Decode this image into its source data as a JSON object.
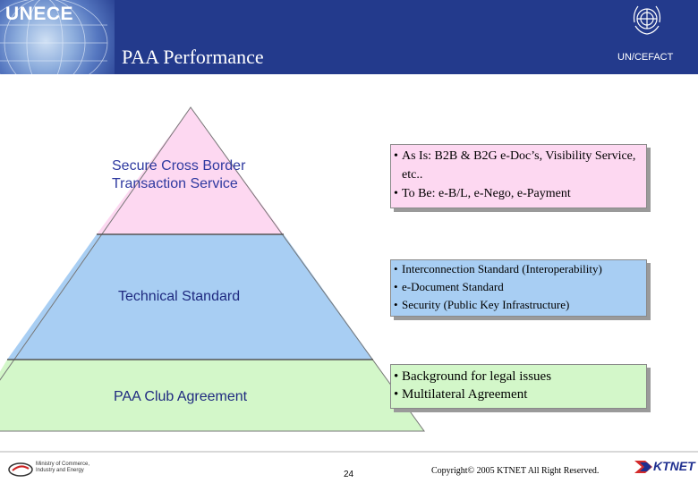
{
  "header": {
    "logo_text": "UNECE",
    "title": "PAA Performance",
    "subtitle": "UN/CEFACT"
  },
  "pyramid": {
    "tiers": [
      {
        "label_line1": "Secure Cross Border",
        "label_line2": "Transaction Service",
        "color": "#fdd8f1"
      },
      {
        "label": "Technical Standard",
        "color": "#a8cef3"
      },
      {
        "label": "PAA Club Agreement",
        "color": "#d3f7c9"
      }
    ]
  },
  "boxes": {
    "top": {
      "items": [
        "As Is: B2B & B2G e-Doc’s, Visibility Service, etc..",
        "To Be: e-B/L, e-Nego, e-Payment"
      ],
      "color": "#fdd8f1"
    },
    "middle": {
      "items": [
        "Interconnection Standard (Interoperability)",
        "e-Document Standard",
        "Security (Public Key Infrastructure)"
      ],
      "color": "#a8cef3"
    },
    "bottom": {
      "items": [
        "Background for legal issues",
        "Multilateral Agreement"
      ],
      "color": "#d3f7c9"
    }
  },
  "footer": {
    "ministry_text_line1": "Ministry of Commerce,",
    "ministry_text_line2": "Industry and Energy",
    "page_number": "24",
    "copyright": "Copyright© 2005 KTNET All Right Reserved.",
    "brand": "KTNET"
  }
}
